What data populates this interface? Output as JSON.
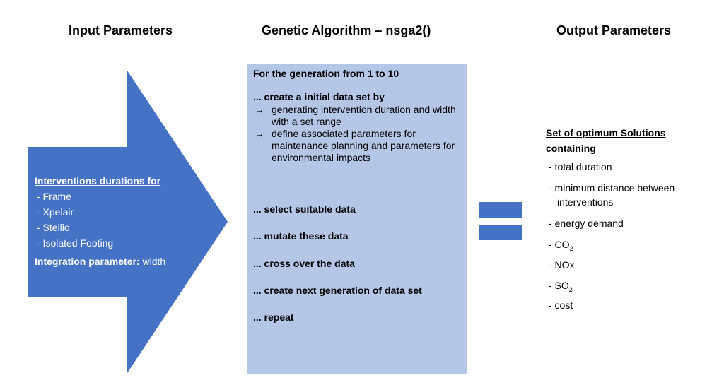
{
  "headings": {
    "input": "Input Parameters",
    "ga": "Genetic Algorithm – nsga2()",
    "output": "Output Parameters"
  },
  "input": {
    "durations_title": "Interventions durations for",
    "items": [
      "- Frame",
      "- Xpelair",
      "- Stellio",
      "- Isolated Footing"
    ],
    "integration_label": "Integration parameter:",
    "integration_value": "width"
  },
  "ga": {
    "generation": "For the generation from 1 to 10",
    "create_initial": "... create a initial data set by",
    "bullet_arrow": "→",
    "bullets": [
      "generating intervention duration and width with a set range",
      "define associated parameters for maintenance planning and parameters for environmental impacts"
    ],
    "steps": [
      "... select suitable data",
      "... mutate these data",
      "... cross over the data",
      "... create next generation of data set",
      "... repeat"
    ]
  },
  "output": {
    "title_line1": "Set of optimum Solutions",
    "title_line2": "containing",
    "items": {
      "total_duration": "- total duration",
      "min_distance": "- minimum distance between interventions",
      "energy": "- energy demand",
      "co2_base": "- CO",
      "co2_sub": "2",
      "nox": "- NOx",
      "so2_base": "- SO",
      "so2_sub": "2",
      "cost": "- cost"
    }
  },
  "colors": {
    "arrow": "#4472c4",
    "ga_box": "#b4c7e7",
    "equal_sign": "#4472c4"
  }
}
